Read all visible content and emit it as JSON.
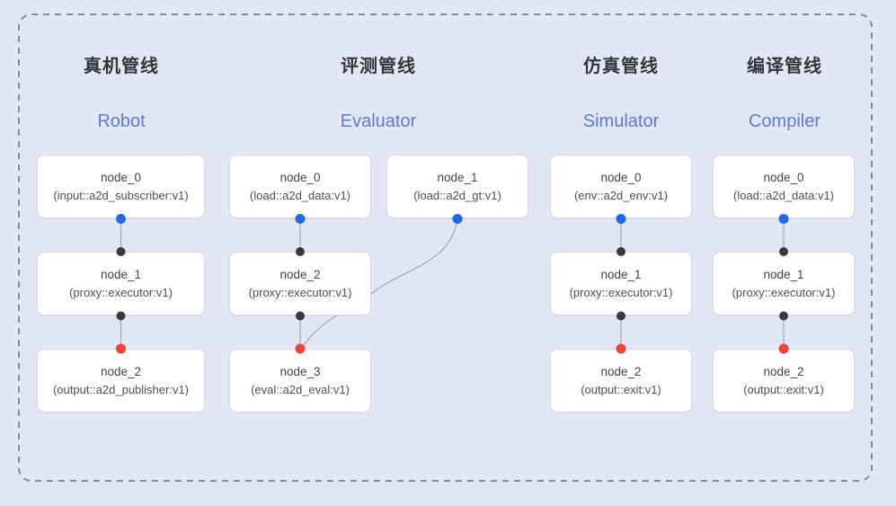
{
  "colors": {
    "bg": "#e2e7f5",
    "frame": "#858b97",
    "box_bg": "#ffffff",
    "box_border": "#d6dae1",
    "edge": "#a0a8b8",
    "port_out": "#2169e8",
    "port_mid": "#3a3a3a",
    "port_end": "#f04335",
    "title_zh": "#32363c",
    "title_en": "#5f7bd0",
    "node_name": "#3e434a",
    "node_type": "#4b5057"
  },
  "pipelines": [
    {
      "title_zh": "真机管线",
      "title_en": "Robot",
      "nodes": [
        {
          "name": "node_0",
          "type": "(input::a2d_subscriber:v1)"
        },
        {
          "name": "node_1",
          "type": "(proxy::executor:v1)"
        },
        {
          "name": "node_2",
          "type": "(output::a2d_publisher:v1)"
        }
      ]
    },
    {
      "title_zh": "评测管线",
      "title_en": "Evaluator",
      "nodes": [
        {
          "name": "node_0",
          "type": "(load::a2d_data:v1)"
        },
        {
          "name": "node_1",
          "type": "(load::a2d_gt:v1)"
        },
        {
          "name": "node_2",
          "type": "(proxy::executor:v1)"
        },
        {
          "name": "node_3",
          "type": "(eval::a2d_eval:v1)"
        }
      ]
    },
    {
      "title_zh": "仿真管线",
      "title_en": "Simulator",
      "nodes": [
        {
          "name": "node_0",
          "type": "(env::a2d_env:v1)"
        },
        {
          "name": "node_1",
          "type": "(proxy::executor:v1)"
        },
        {
          "name": "node_2",
          "type": "(output::exit:v1)"
        }
      ]
    },
    {
      "title_zh": "编译管线",
      "title_en": "Compiler",
      "nodes": [
        {
          "name": "node_0",
          "type": "(load::a2d_data:v1)"
        },
        {
          "name": "node_1",
          "type": "(proxy::executor:v1)"
        },
        {
          "name": "node_2",
          "type": "(output::exit:v1)"
        }
      ]
    }
  ]
}
